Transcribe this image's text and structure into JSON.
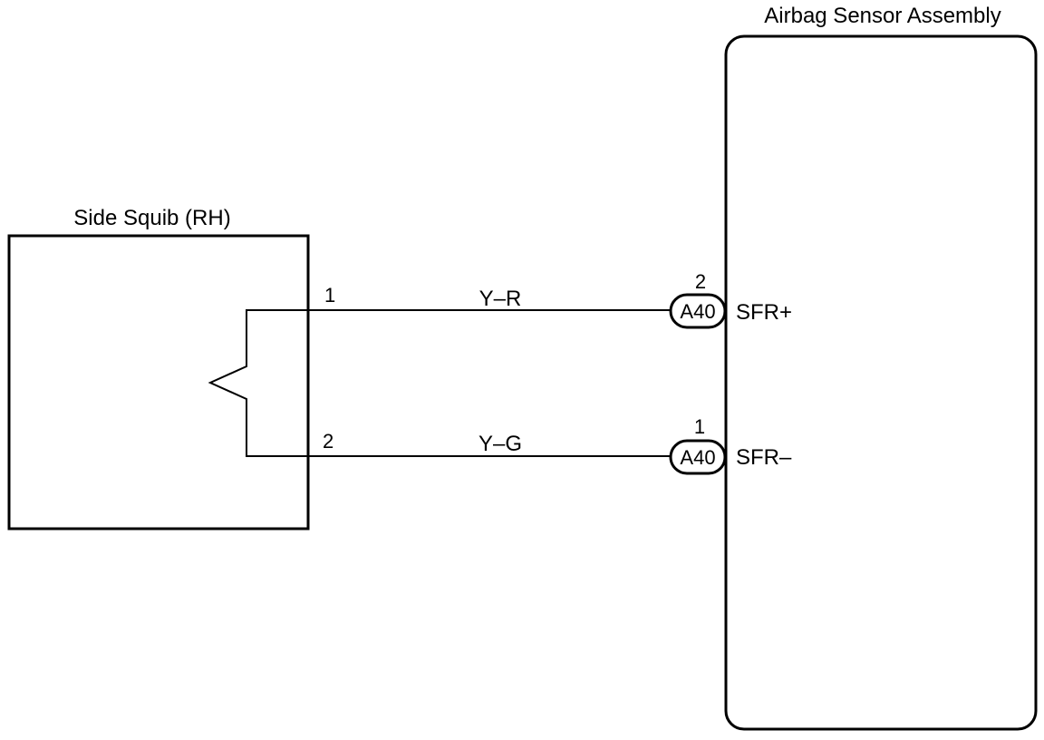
{
  "components": {
    "squib": {
      "label": "Side Squib (RH)"
    },
    "sensor": {
      "label": "Airbag Sensor Assembly"
    }
  },
  "wires": [
    {
      "color_code": "Y–R",
      "squib_pin": "1",
      "connector": "A40",
      "connector_pin": "2",
      "terminal": "SFR+"
    },
    {
      "color_code": "Y–G",
      "squib_pin": "2",
      "connector": "A40",
      "connector_pin": "1",
      "terminal": "SFR–"
    }
  ],
  "colors": {
    "line": "#000000",
    "background": "#ffffff"
  }
}
